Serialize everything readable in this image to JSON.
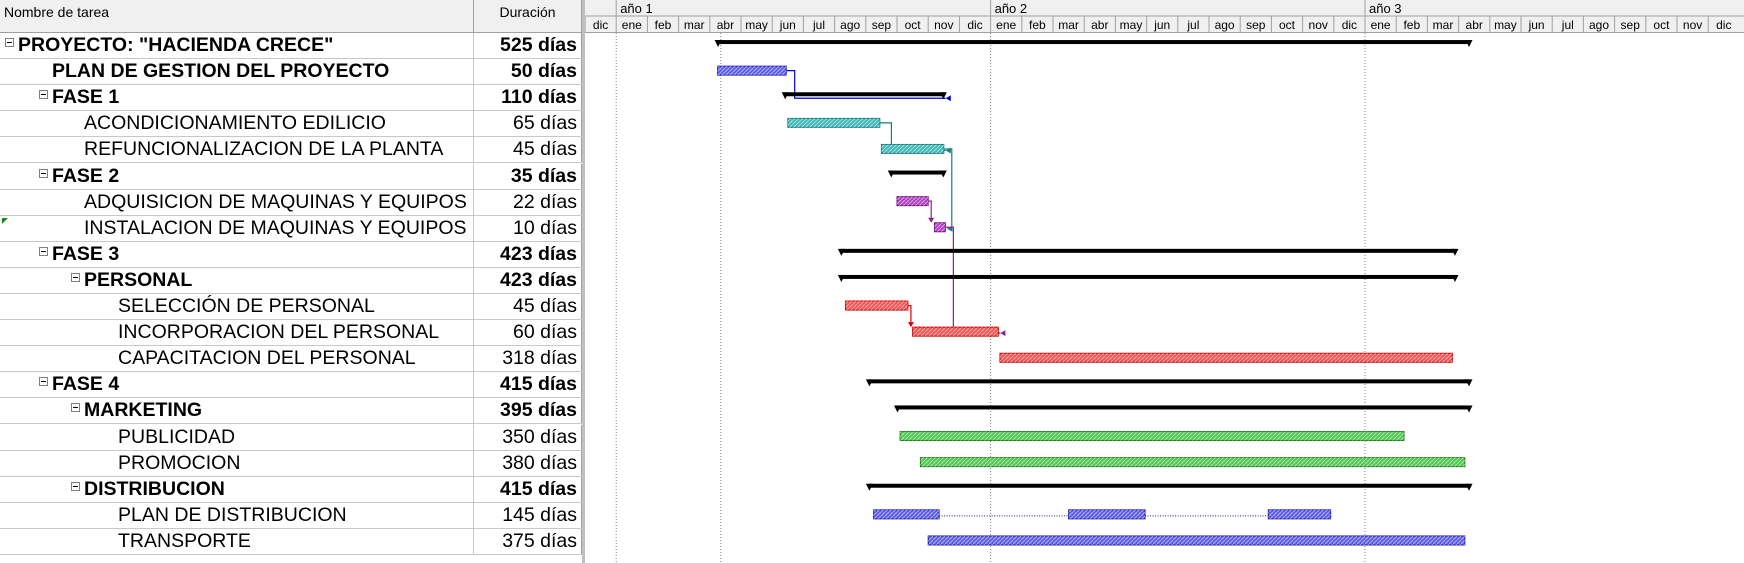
{
  "columns": {
    "name": "Nombre de tarea",
    "duration": "Duración"
  },
  "timeline": {
    "years": [
      "año 1",
      "año 2",
      "año 3"
    ],
    "months": [
      "dic",
      "ene",
      "feb",
      "mar",
      "abr",
      "may",
      "jun",
      "jul",
      "ago",
      "sep",
      "oct",
      "nov",
      "dic",
      "ene",
      "feb",
      "mar",
      "abr",
      "may",
      "jun",
      "jul",
      "ago",
      "sep",
      "oct",
      "nov",
      "dic",
      "ene",
      "feb",
      "mar",
      "abr",
      "may",
      "jun",
      "jul",
      "ago",
      "sep",
      "oct",
      "nov",
      "dic"
    ]
  },
  "tasks": [
    {
      "name": "PROYECTO: \"HACIENDA CRECE\"",
      "duration": "525 días",
      "level": 0,
      "summary": true,
      "collapse": true,
      "start": 4.25,
      "end": 28.35
    },
    {
      "name": "PLAN DE GESTION DEL PROYECTO",
      "duration": "50 días",
      "level": 1,
      "summary": false,
      "bold": true,
      "start": 4.25,
      "end": 6.45,
      "color": "#5a5aff"
    },
    {
      "name": "FASE 1",
      "duration": "110 días",
      "level": 1,
      "summary": true,
      "collapse": true,
      "start": 6.4,
      "end": 11.5
    },
    {
      "name": "ACONDICIONAMIENTO EDILICIO",
      "duration": "65 días",
      "level": 2,
      "summary": false,
      "start": 6.5,
      "end": 9.45,
      "color": "#40b8b8"
    },
    {
      "name": "REFUNCIONALIZACION DE LA PLANTA",
      "duration": "45 días",
      "level": 2,
      "summary": false,
      "start": 9.5,
      "end": 11.5,
      "color": "#40b8b8"
    },
    {
      "name": "FASE 2",
      "duration": "35 días",
      "level": 1,
      "summary": true,
      "collapse": true,
      "start": 9.8,
      "end": 11.5
    },
    {
      "name": "ADQUISICION DE MAQUINAS Y EQUIPOS",
      "duration": "22 días",
      "level": 2,
      "summary": false,
      "start": 10.0,
      "end": 11.0,
      "color": "#b040c0"
    },
    {
      "name": "INSTALACION DE MAQUINAS Y EQUIPOS",
      "duration": "10 días",
      "level": 2,
      "summary": false,
      "flag": true,
      "start": 11.2,
      "end": 11.55,
      "color": "#b040c0"
    },
    {
      "name": "FASE 3",
      "duration": "423 días",
      "level": 1,
      "summary": true,
      "collapse": true,
      "start": 8.2,
      "end": 27.9
    },
    {
      "name": "PERSONAL",
      "duration": "423 días",
      "level": 2,
      "summary": true,
      "collapse": true,
      "start": 8.2,
      "end": 27.9
    },
    {
      "name": "SELECCIÓN DE PERSONAL",
      "duration": "45 días",
      "level": 3,
      "summary": false,
      "start": 8.35,
      "end": 10.35,
      "color": "#ff5050"
    },
    {
      "name": "INCORPORACION DEL PERSONAL",
      "duration": "60 días",
      "level": 3,
      "summary": false,
      "start": 10.5,
      "end": 13.25,
      "color": "#ff5050"
    },
    {
      "name": "CAPACITACION DEL PERSONAL",
      "duration": "318 días",
      "level": 3,
      "summary": false,
      "start": 13.3,
      "end": 27.8,
      "color": "#ff5050"
    },
    {
      "name": "FASE 4",
      "duration": "415 días",
      "level": 1,
      "summary": true,
      "collapse": true,
      "start": 9.1,
      "end": 28.35
    },
    {
      "name": "MARKETING",
      "duration": "395 días",
      "level": 2,
      "summary": true,
      "collapse": true,
      "start": 10.0,
      "end": 28.35
    },
    {
      "name": "PUBLICIDAD",
      "duration": "350 días",
      "level": 3,
      "summary": false,
      "start": 10.1,
      "end": 26.25,
      "color": "#50c850"
    },
    {
      "name": "PROMOCION",
      "duration": "380 días",
      "level": 3,
      "summary": false,
      "start": 10.75,
      "end": 28.2,
      "color": "#50c850"
    },
    {
      "name": "DISTRIBUCION",
      "duration": "415 días",
      "level": 2,
      "summary": true,
      "collapse": true,
      "start": 9.1,
      "end": 28.35
    },
    {
      "name": "PLAN DE DISTRIBUCION",
      "duration": "145 días",
      "level": 3,
      "summary": false,
      "start": 9.25,
      "end": 11.35,
      "color": "#5a5aff",
      "segments": [
        [
          9.25,
          11.35
        ],
        [
          15.5,
          17.95
        ],
        [
          21.9,
          23.9
        ]
      ]
    },
    {
      "name": "TRANSPORTE",
      "duration": "375 días",
      "level": 3,
      "summary": false,
      "start": 11.0,
      "end": 28.2,
      "color": "#5a5aff"
    }
  ],
  "links": [
    [
      1,
      2
    ],
    [
      3,
      4
    ],
    [
      6,
      7
    ],
    [
      4,
      7
    ],
    [
      7,
      11
    ],
    [
      10,
      11
    ]
  ]
}
